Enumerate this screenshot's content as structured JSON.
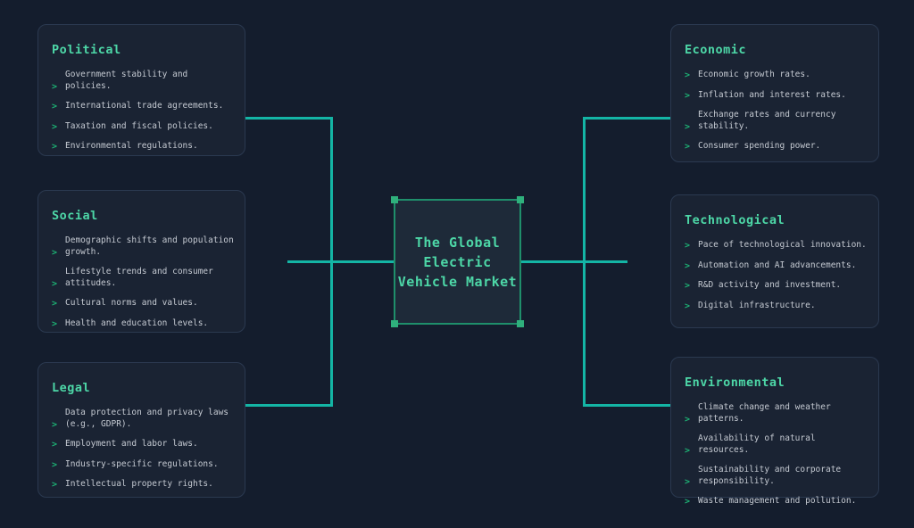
{
  "diagram": {
    "bullet_char": ">",
    "center": {
      "title": "The Global Electric Vehicle Market",
      "title_text": "The Global\nElectric\nVehicle Market"
    },
    "categories": [
      {
        "id": "political",
        "title": "Political",
        "side": "left",
        "items": [
          "Government stability and policies.",
          "International trade agreements.",
          "Taxation and fiscal policies.",
          "Environmental regulations."
        ]
      },
      {
        "id": "social",
        "title": "Social",
        "side": "left",
        "items": [
          "Demographic shifts and population growth.",
          "Lifestyle trends and consumer attitudes.",
          "Cultural norms and values.",
          "Health and education levels."
        ]
      },
      {
        "id": "legal",
        "title": "Legal",
        "side": "left",
        "items": [
          "Data protection and privacy laws (e.g., GDPR).",
          "Employment and labor laws.",
          "Industry-specific regulations.",
          "Intellectual property rights."
        ]
      },
      {
        "id": "economic",
        "title": "Economic",
        "side": "right",
        "items": [
          "Economic growth rates.",
          "Inflation and interest rates.",
          "Exchange rates and currency stability.",
          "Consumer spending power."
        ]
      },
      {
        "id": "technological",
        "title": "Technological",
        "side": "right",
        "items": [
          "Pace of technological innovation.",
          "Automation and AI advancements.",
          "R&D activity and investment.",
          "Digital infrastructure."
        ]
      },
      {
        "id": "environmental",
        "title": "Environmental",
        "side": "right",
        "items": [
          "Climate change and weather patterns.",
          "Availability of natural resources.",
          "Sustainability and corporate responsibility.",
          "Waste management and pollution."
        ]
      }
    ],
    "colors": {
      "bg": "#141d2d",
      "panel": "#1a2333",
      "panel_border": "#2b3950",
      "accent": "#4dd7a7",
      "text": "#c5cad2",
      "bullet": "#1db174",
      "connector": "#14b5a5",
      "center_bg": "#1e2a39",
      "center_border": "#1f8f6b",
      "handle": "#2fb07c"
    }
  }
}
